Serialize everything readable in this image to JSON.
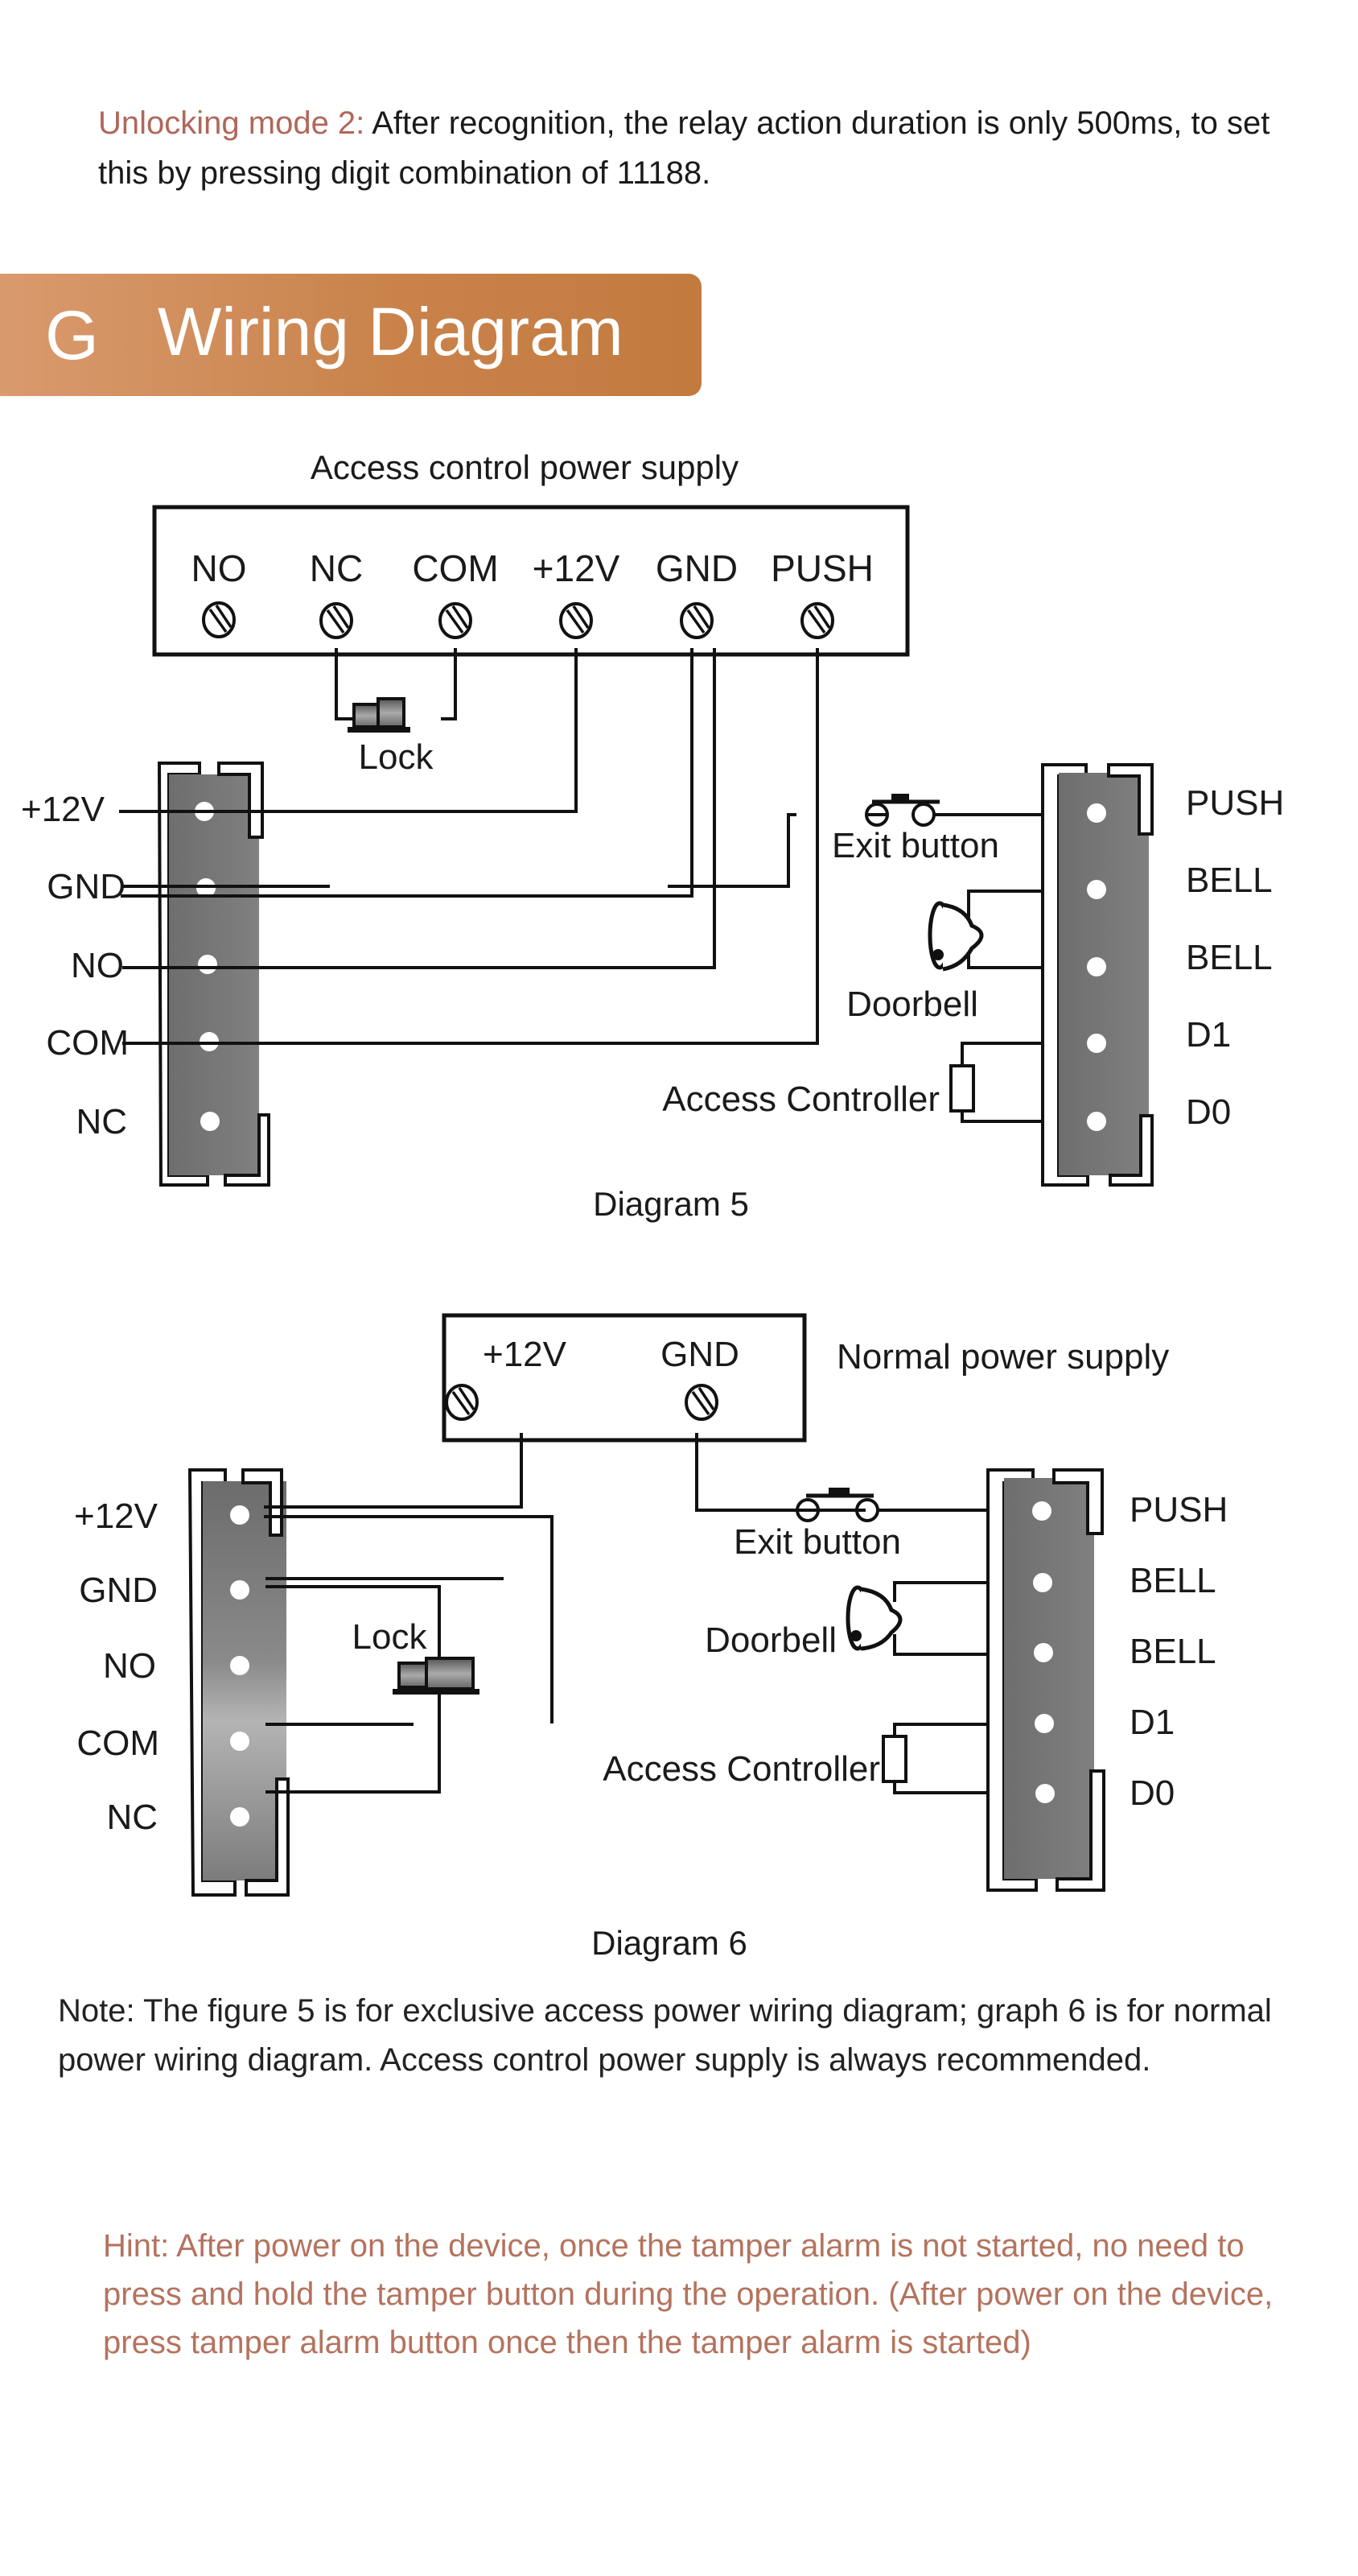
{
  "intro": {
    "label": "Unlocking mode 2:",
    "text": " After recognition, the relay action duration is only 500ms, to set this by pressing digit combination of 11188."
  },
  "section": {
    "letter": "G",
    "title": "Wiring Diagram",
    "banner_color": "#c9834b"
  },
  "diagram5": {
    "supply_title": "Access control power supply",
    "supply_terminals": [
      "NO",
      "NC",
      "COM",
      "+12V",
      "GND",
      "PUSH"
    ],
    "lock_label": "Lock",
    "left_terminals": [
      "+12V",
      "GND",
      "NO",
      "COM",
      "NC"
    ],
    "right_terminals": [
      "PUSH",
      "BELL",
      "BELL",
      "D1",
      "D0"
    ],
    "exit_button_label": "Exit button",
    "doorbell_label": "Doorbell",
    "controller_label": "Access Controller",
    "caption": "Diagram 5"
  },
  "diagram6": {
    "supply_title": "Normal power supply",
    "supply_terminals": [
      "+12V",
      "GND"
    ],
    "lock_label": "Lock",
    "left_terminals": [
      "+12V",
      "GND",
      "NO",
      "COM",
      "NC"
    ],
    "right_terminals": [
      "PUSH",
      "BELL",
      "BELL",
      "D1",
      "D0"
    ],
    "exit_button_label": "Exit button",
    "doorbell_label": "Doorbell",
    "controller_label": "Access Controller",
    "caption": "Diagram 6"
  },
  "note": "Note: The figure 5 is for exclusive access power wiring diagram; graph 6 is for normal power wiring diagram. Access control power supply is always recommended.",
  "hint": "Hint: After power on the device, once the tamper alarm is not started, no need to press and hold the tamper button during the operation. (After power on the device, press tamper alarm button once then the tamper alarm is started)"
}
